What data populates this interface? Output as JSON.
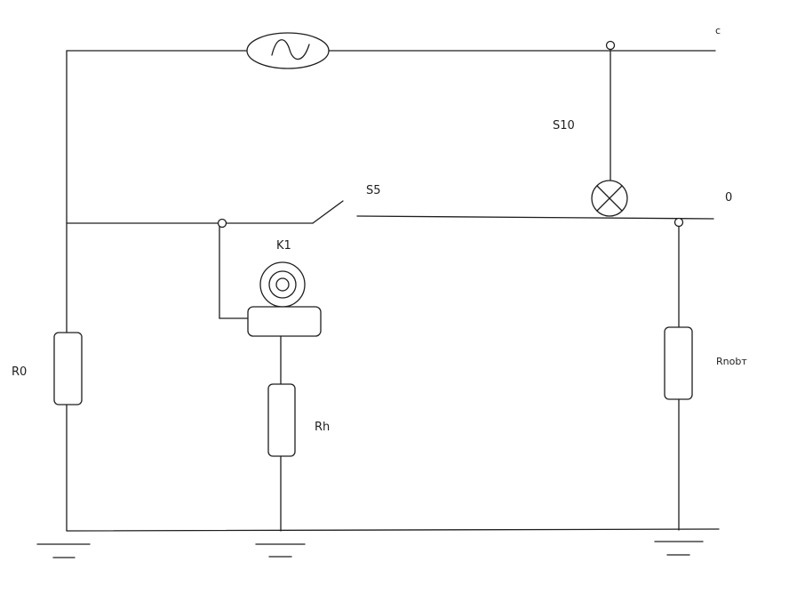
{
  "diagram": {
    "labels": {
      "phase": "c",
      "neutral": "0",
      "s10": "S10",
      "s5": "S5",
      "k1": "K1",
      "r0": "R0",
      "rh": "Rh",
      "rnobt": "Rnobт"
    },
    "components": [
      "ac-source-icon",
      "lamp-icon",
      "switch-s5",
      "relay-k1",
      "resistor-r0",
      "resistor-rh",
      "resistor-rnobt",
      "ground-icon"
    ]
  }
}
